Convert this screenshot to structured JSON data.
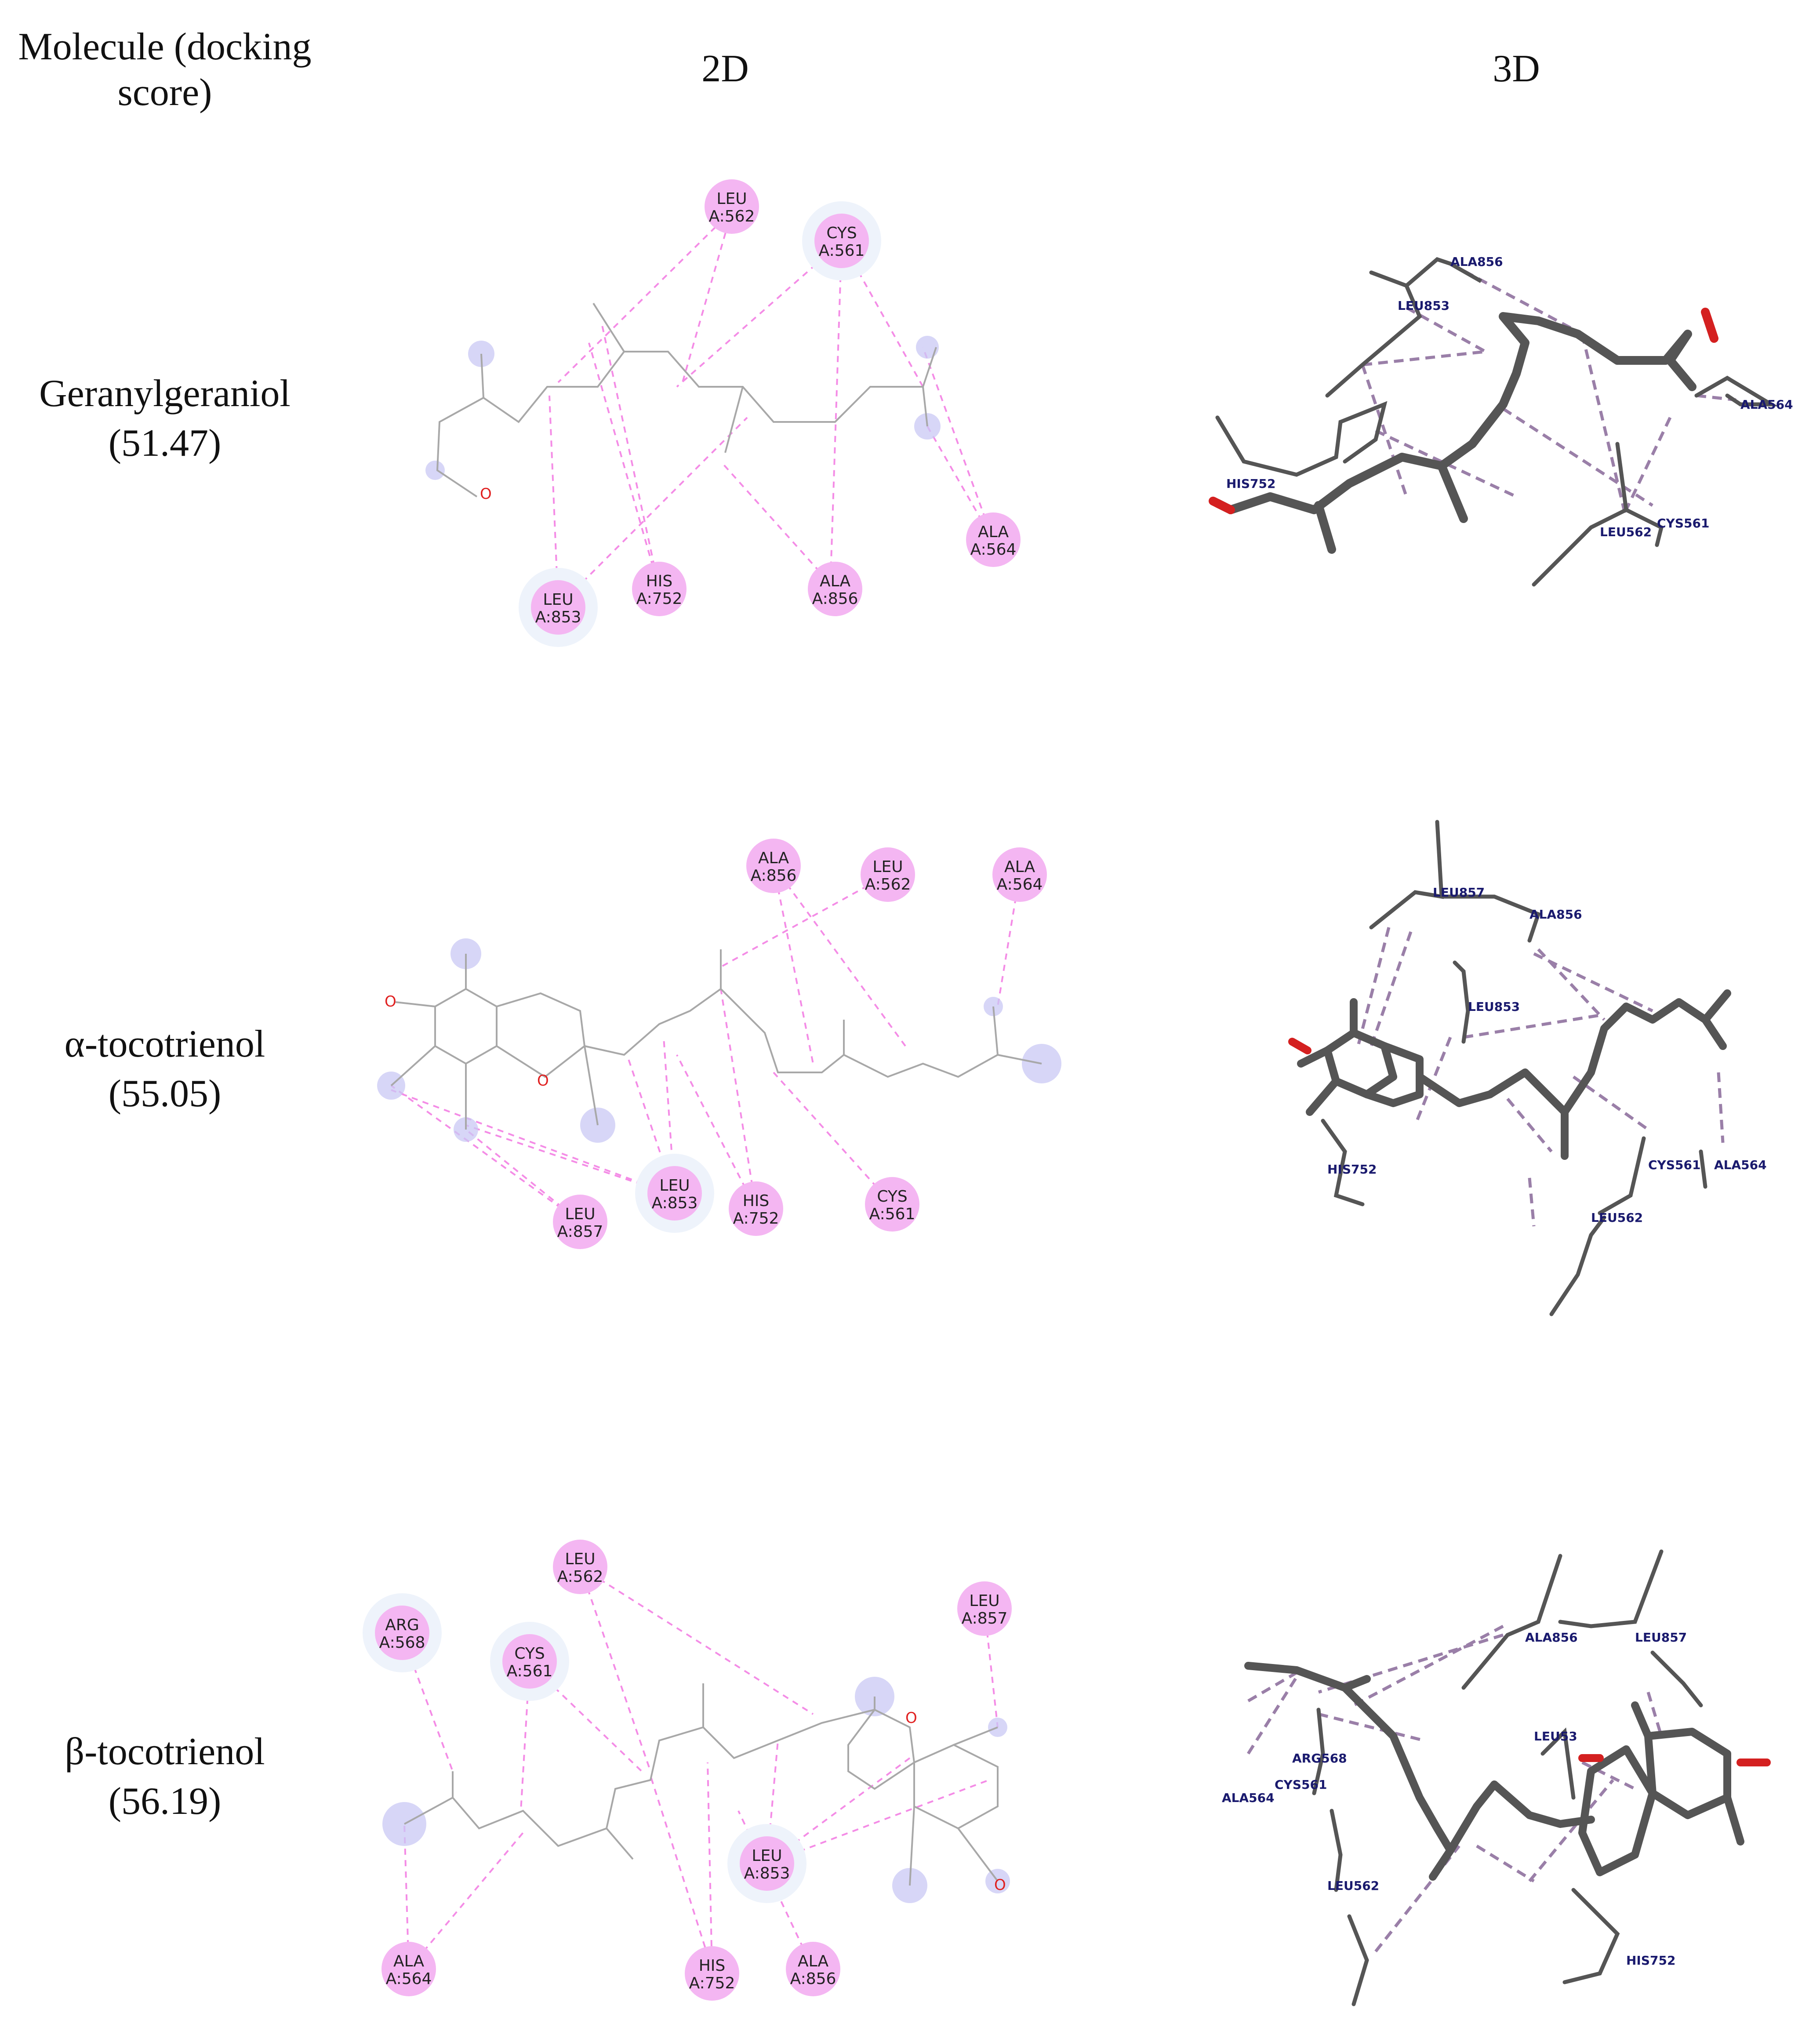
{
  "header": {
    "molecule": "Molecule (docking score)",
    "col_2d": "2D",
    "col_3d": "3D"
  },
  "colors": {
    "residue_fill": "#f4b6f2",
    "contact_line": "#f48ce6",
    "ligand_line": "#a8a8a8",
    "oxygen": "#e02020",
    "stick_3d": "#555555",
    "label_3d": "#1a1a6e",
    "dash_3d": "#9a7fa8"
  },
  "rows": [
    {
      "name": "Geranylgeraniol",
      "score": "(51.47)",
      "residues_2d": [
        {
          "chain": "LEU",
          "id": "A:562"
        },
        {
          "chain": "CYS",
          "id": "A:561"
        },
        {
          "chain": "ALA",
          "id": "A:564"
        },
        {
          "chain": "LEU",
          "id": "A:853"
        },
        {
          "chain": "HIS",
          "id": "A:752"
        },
        {
          "chain": "ALA",
          "id": "A:856"
        }
      ],
      "atoms_2d": [
        "O"
      ],
      "labels_3d": [
        "ALA856",
        "LEU853",
        "ALA564",
        "HIS752",
        "LEU562",
        "CYS561"
      ]
    },
    {
      "name": "α-tocotrienol",
      "score": "(55.05)",
      "residues_2d": [
        {
          "chain": "ALA",
          "id": "A:856"
        },
        {
          "chain": "LEU",
          "id": "A:562"
        },
        {
          "chain": "ALA",
          "id": "A:564"
        },
        {
          "chain": "LEU",
          "id": "A:853"
        },
        {
          "chain": "HIS",
          "id": "A:752"
        },
        {
          "chain": "CYS",
          "id": "A:561"
        },
        {
          "chain": "LEU",
          "id": "A:857"
        }
      ],
      "atoms_2d": [
        "O",
        "O"
      ],
      "labels_3d": [
        "LEU857",
        "ALA856",
        "LEU853",
        "HIS752",
        "CYS561",
        "ALA564",
        "LEU562"
      ]
    },
    {
      "name": "β-tocotrienol",
      "score": "(56.19)",
      "residues_2d": [
        {
          "chain": "LEU",
          "id": "A:562"
        },
        {
          "chain": "LEU",
          "id": "A:857"
        },
        {
          "chain": "ARG",
          "id": "A:568"
        },
        {
          "chain": "CYS",
          "id": "A:561"
        },
        {
          "chain": "LEU",
          "id": "A:853"
        },
        {
          "chain": "ALA",
          "id": "A:564"
        },
        {
          "chain": "HIS",
          "id": "A:752"
        },
        {
          "chain": "ALA",
          "id": "A:856"
        }
      ],
      "atoms_2d": [
        "O",
        "O"
      ],
      "labels_3d": [
        "ALA856",
        "LEU857",
        "ARG568",
        "ALA564",
        "CYS561",
        "LEU53",
        "LEU562",
        "HIS752"
      ]
    }
  ]
}
